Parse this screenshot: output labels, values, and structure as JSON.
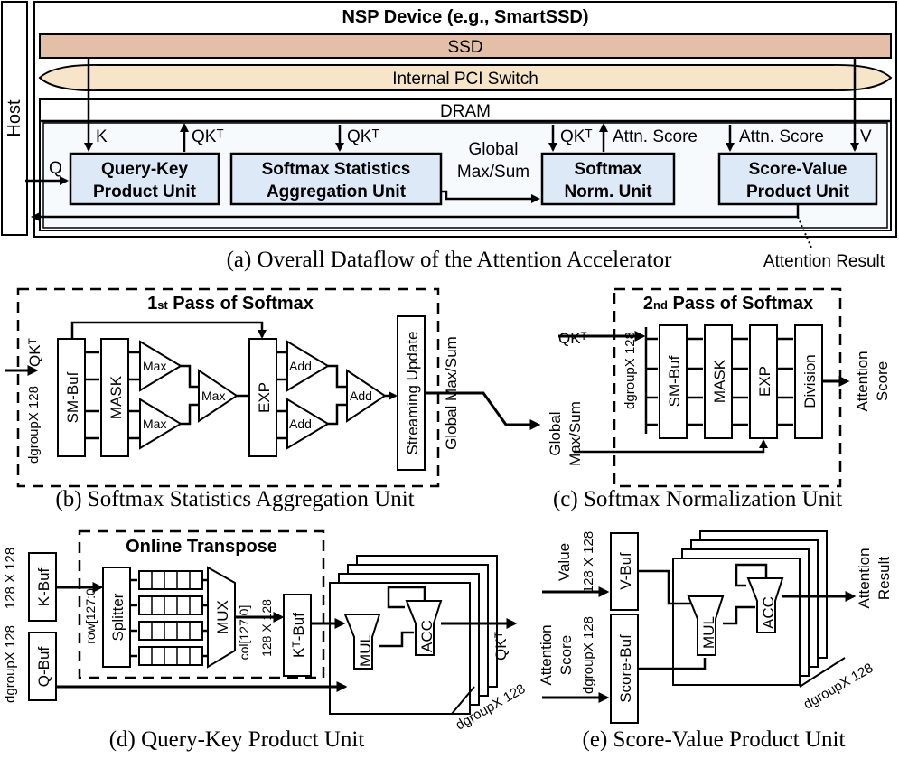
{
  "a": {
    "host": "Host",
    "device_title": "NSP Device (e.g., SmartSSD)",
    "ssd": "SSD",
    "pci": "Internal PCI Switch",
    "dram": "DRAM",
    "k": "K",
    "qkt": "QKᵀ",
    "q": "Q",
    "global": "Global",
    "maxsum": "Max/Sum",
    "attn_score": "Attn. Score",
    "v": "V",
    "qk_unit_1": "Query-Key",
    "qk_unit_2": "Product Unit",
    "ss_unit_1": "Softmax Statistics",
    "ss_unit_2": "Aggregation Unit",
    "sn_unit_1": "Softmax",
    "sn_unit_2": "Norm. Unit",
    "sv_unit_1": "Score-Value",
    "sv_unit_2": "Product Unit",
    "attention_result": "Attention Result",
    "caption": "(a) Overall Dataflow of the Attention Accelerator"
  },
  "b": {
    "title_num": "1",
    "title_sup": "st",
    "title_rest": " Pass of Softmax",
    "input": "QKᵀ",
    "dim": "dgroupX 128",
    "smbuf": "SM-Buf",
    "mask": "MASK",
    "max": "Max",
    "exp": "EXP",
    "add": "Add",
    "streaming": "Streaming Update",
    "output": "Global Max/Sum",
    "caption": "(b) Softmax Statistics Aggregation Unit"
  },
  "c": {
    "title_num": "2",
    "title_sup": "nd",
    "title_rest": " Pass of Softmax",
    "input": "QKᵀ",
    "dim": "dgroupX 128",
    "smbuf": "SM-Buf",
    "mask": "MASK",
    "exp": "EXP",
    "division": "Division",
    "global_1": "Global",
    "global_2": "Max/Sum",
    "out_1": "Attention",
    "out_2": "Score",
    "caption": "(c) Softmax Normalization Unit"
  },
  "d": {
    "title": "Online Transpose",
    "dim_k": "128 X 128",
    "dim_q": "dgroupX 128",
    "kbuf": "K-Buf",
    "qbuf": "Q-Buf",
    "row": "row[127:0]",
    "splitter": "Splitter",
    "mux": "MUX",
    "col": "col[127:0]",
    "dim_kt": "128 X 128",
    "ktbuf": "Kᵀ-Buf",
    "mul": "MUL",
    "acc": "ACC",
    "out": "QKᵀ",
    "dim_bottom": "dgroupX 128",
    "caption": "(d) Query-Key Product Unit"
  },
  "e": {
    "value": "Value",
    "dim_v": "128 X 128",
    "attn_1": "Attention",
    "attn_2": "Score",
    "dim_s": "dgroupX 128",
    "vbuf": "V-Buf",
    "sbuf": "Score-Buf",
    "mul": "MUL",
    "acc": "ACC",
    "out_1": "Attention",
    "out_2": "Result",
    "dim_bottom": "dgroupX 128",
    "caption": "(e) Score-Value Product Unit"
  }
}
